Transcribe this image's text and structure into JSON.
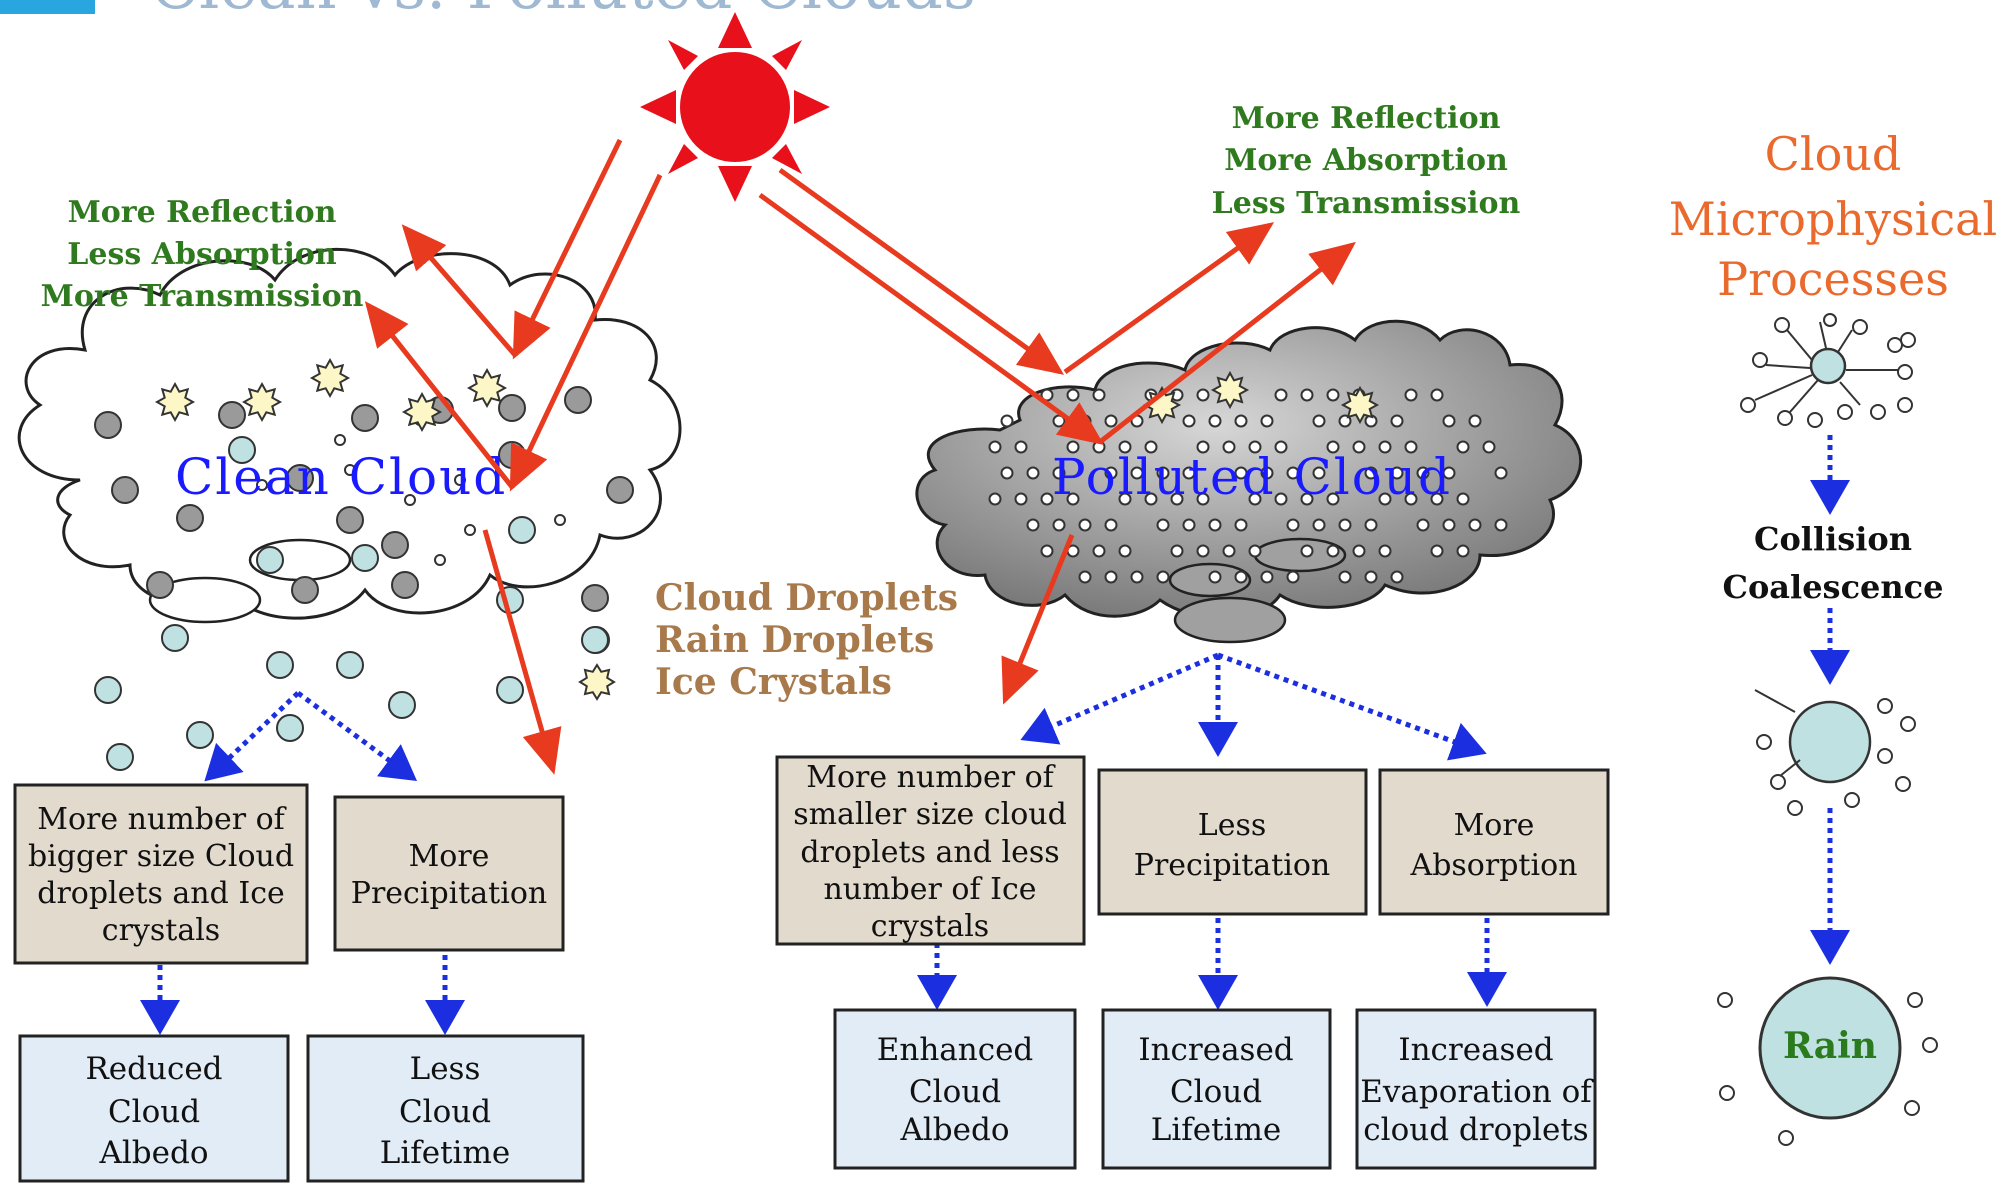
{
  "top_title": "Clean vs. Polluted Clouds",
  "clean_cloud": {
    "label": "Clean Cloud",
    "effects": [
      "More Reflection",
      "Less Absorption",
      "More Transmission"
    ],
    "boxes": [
      [
        "More number of",
        "bigger size Cloud",
        "droplets and Ice",
        "crystals"
      ],
      [
        "More",
        "Precipitation"
      ]
    ],
    "results": [
      [
        "Reduced",
        "Cloud",
        "Albedo"
      ],
      [
        "Less",
        "Cloud",
        "Lifetime"
      ]
    ]
  },
  "polluted_cloud": {
    "label": "Polluted Cloud",
    "effects": [
      "More Reflection",
      "More Absorption",
      "Less Transmission"
    ],
    "boxes": [
      [
        "More number of",
        "smaller size cloud",
        "droplets and less",
        "number of Ice",
        "crystals"
      ],
      [
        "Less",
        "Precipitation"
      ],
      [
        "More",
        "Absorption"
      ]
    ],
    "results": [
      [
        "Enhanced",
        "Cloud",
        "Albedo"
      ],
      [
        "Increased",
        "Cloud",
        "Lifetime"
      ],
      [
        "Increased",
        "Evaporation of",
        "cloud droplets"
      ]
    ]
  },
  "legend": [
    "Cloud Droplets",
    "Rain Droplets",
    "Ice Crystals"
  ],
  "microphysics": {
    "title": [
      "Cloud",
      "Microphysical",
      "Processes"
    ],
    "steps": [
      "Collision",
      "Coalescence"
    ],
    "final": "Rain"
  },
  "colors": {
    "sun": "#e8101a",
    "arrow": "#e83a1e",
    "dotted_arrow": "#1b2fe0",
    "box_fill": "#e2dacd",
    "result_fill": "#e2ecf7",
    "cloud_dark": "#8a8a8a",
    "droplet_fill": "#bfe1e1",
    "ice_fill": "#fdf7c8"
  }
}
